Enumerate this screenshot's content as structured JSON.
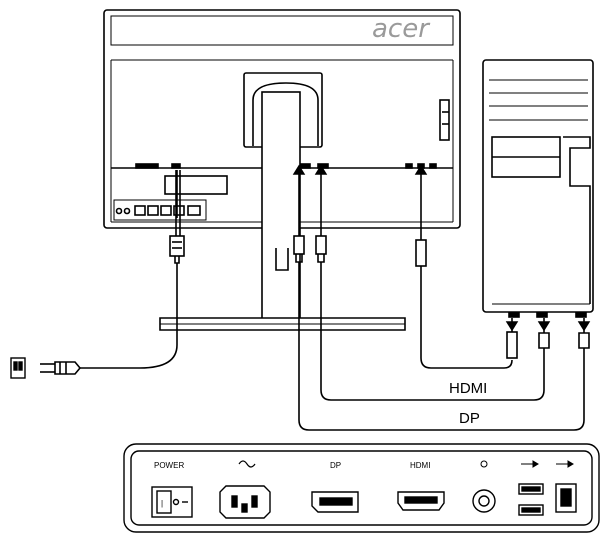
{
  "brand": "acer",
  "cable_labels": {
    "hdmi": "HDMI",
    "dp": "DP"
  },
  "ports": [
    {
      "id": "power",
      "label": "POWER",
      "icon": "power-switch-icon"
    },
    {
      "id": "ac",
      "label": "~",
      "icon": "ac-inlet-icon"
    },
    {
      "id": "dp",
      "label": "DP",
      "icon": "displayport-icon"
    },
    {
      "id": "hdmi",
      "label": "HDMI",
      "icon": "hdmi-port-icon"
    },
    {
      "id": "audio",
      "label": "",
      "icon": "audio-jack-icon"
    },
    {
      "id": "usb-a",
      "label": "",
      "icon": "usb-a-icon"
    },
    {
      "id": "usb-b",
      "label": "",
      "icon": "usb-b-icon"
    }
  ]
}
